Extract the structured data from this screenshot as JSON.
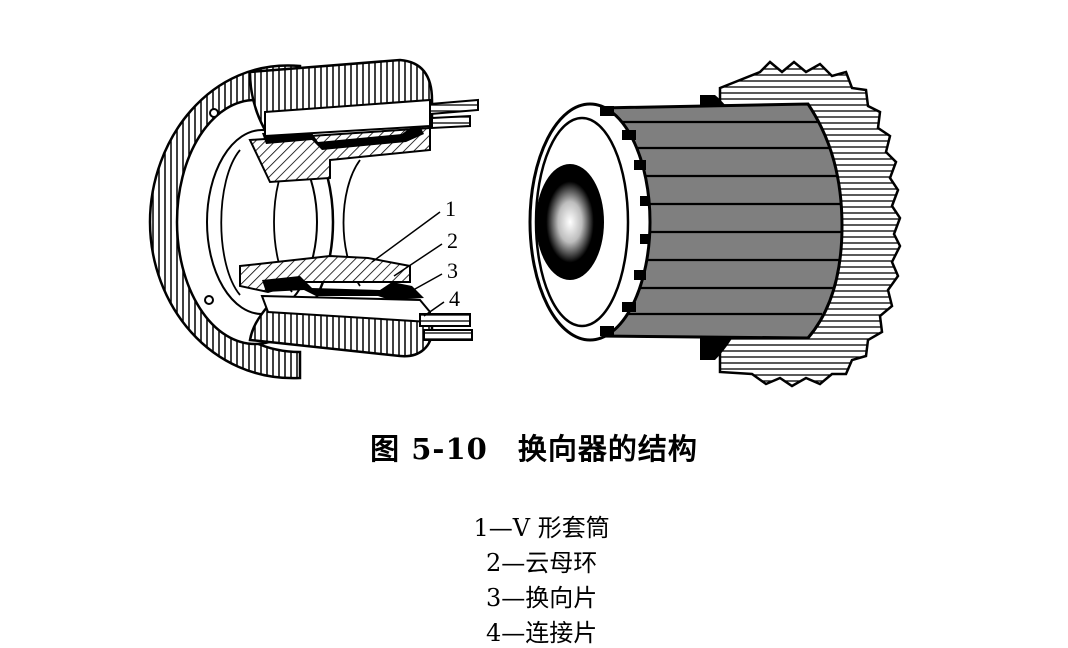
{
  "callouts": [
    "1",
    "2",
    "3",
    "4"
  ],
  "caption": {
    "title": "图 5-10　换向器的结构"
  },
  "legend": [
    "1—V 形套筒",
    "2—云母环",
    "3—换向片",
    "4—连接片"
  ],
  "colors": {
    "ink": "#000000",
    "segment_gray": "#7f7f7f",
    "paper": "#ffffff"
  }
}
